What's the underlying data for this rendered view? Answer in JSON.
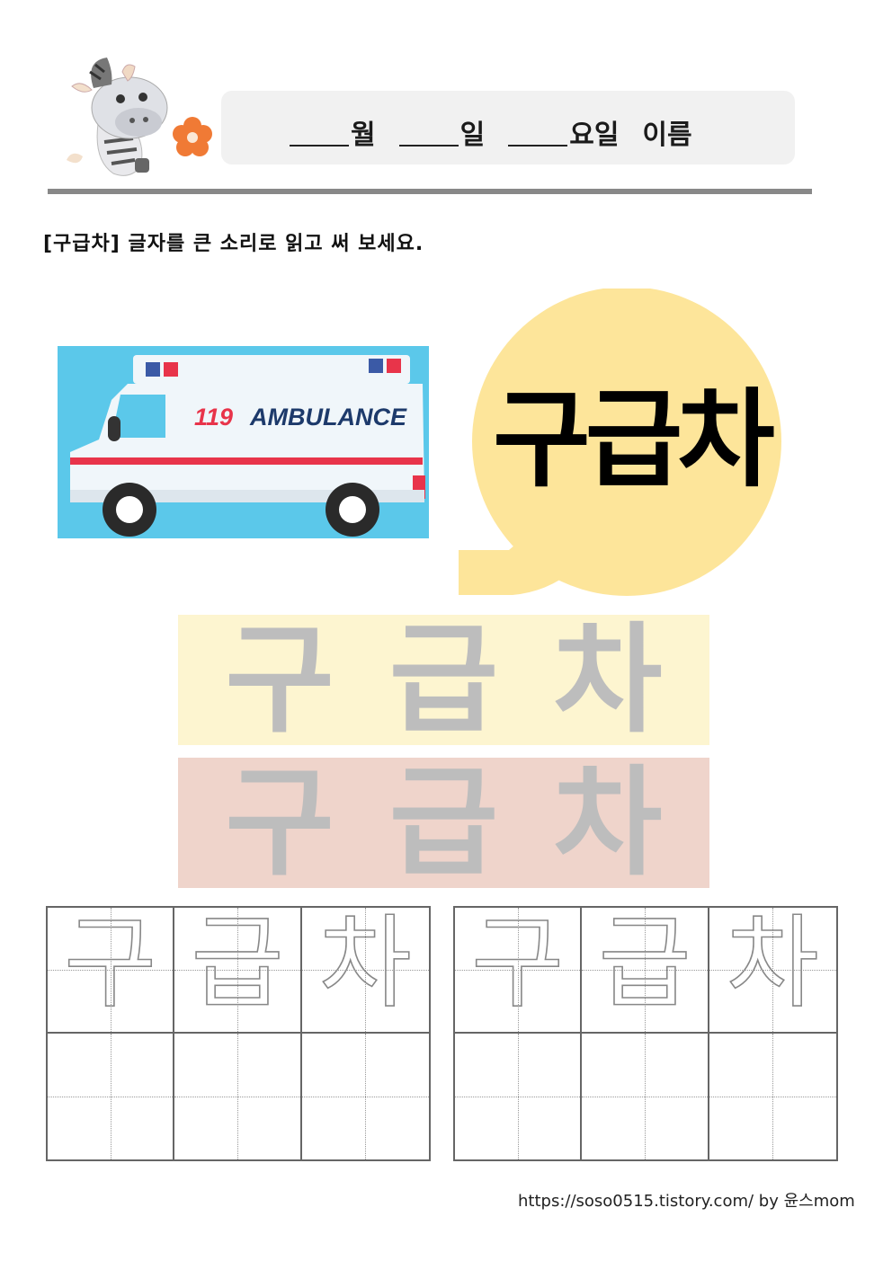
{
  "header": {
    "month_label": "월",
    "day_label": "일",
    "weekday_label": "요일",
    "name_label": "이름"
  },
  "instruction": "[구급차] 글자를 큰 소리로 읽고 써 보세요.",
  "ambulance": {
    "number": "119",
    "label": "AMBULANCE"
  },
  "word": "구급차",
  "syllables": [
    "구",
    "급",
    "차"
  ],
  "practice_bands": [
    {
      "syllables": [
        "구",
        "급",
        "차"
      ],
      "color": "#fdf5d0"
    },
    {
      "syllables": [
        "구",
        "급",
        "차"
      ],
      "color": "#efd4cb"
    }
  ],
  "tracing": {
    "left_grid": [
      "구",
      "급",
      "차"
    ],
    "right_grid": [
      "구",
      "급",
      "차"
    ]
  },
  "footer": "https://soso0515.tistory.com/  by  윤스mom",
  "colors": {
    "bubble": "#fde59a",
    "ambulance_bg": "#5bc8ea",
    "stripe": "#e8344a",
    "header_line": "#888888"
  }
}
